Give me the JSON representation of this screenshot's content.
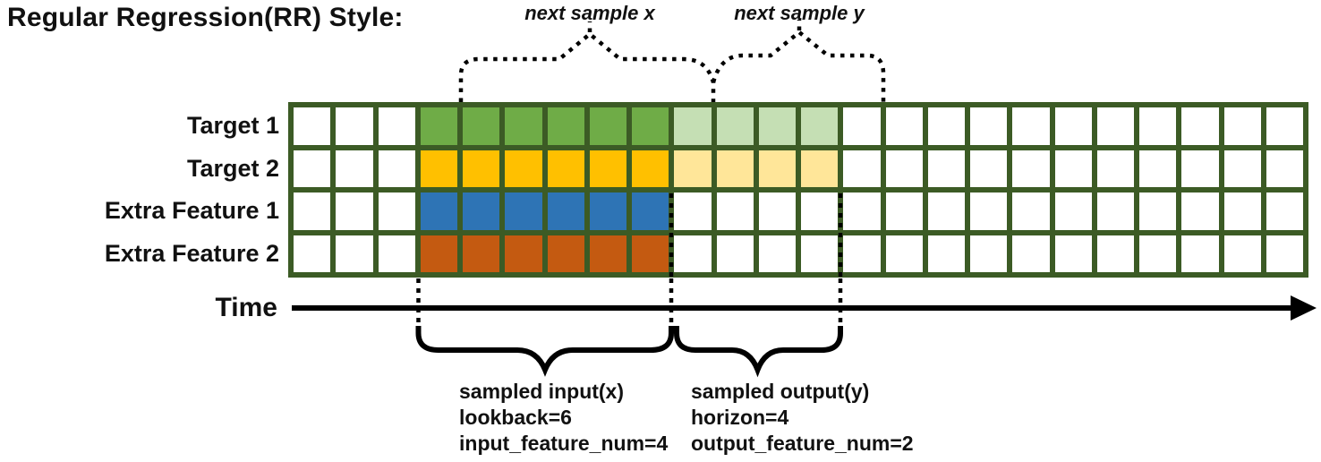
{
  "title": "Regular Regression(RR) Style:",
  "colors": {
    "border": "#3C5B25",
    "empty": "#FFFFFF",
    "green": "#6FAC47",
    "lightGreen": "#C5DFB4",
    "gold": "#FFC000",
    "lightGold": "#FFE699",
    "blue": "#2E74B5",
    "orange": "#C45A11"
  },
  "grid": {
    "columns": 24,
    "rows": [
      {
        "label": "Target 1",
        "segments": [
          {
            "count": 3,
            "color": "empty"
          },
          {
            "count": 6,
            "color": "green"
          },
          {
            "count": 4,
            "color": "lightGreen"
          },
          {
            "count": 11,
            "color": "empty"
          }
        ]
      },
      {
        "label": "Target 2",
        "segments": [
          {
            "count": 3,
            "color": "empty"
          },
          {
            "count": 6,
            "color": "gold"
          },
          {
            "count": 4,
            "color": "lightGold"
          },
          {
            "count": 11,
            "color": "empty"
          }
        ]
      },
      {
        "label": "Extra Feature 1",
        "segments": [
          {
            "count": 3,
            "color": "empty"
          },
          {
            "count": 6,
            "color": "blue"
          },
          {
            "count": 15,
            "color": "empty"
          }
        ]
      },
      {
        "label": "Extra Feature 2",
        "segments": [
          {
            "count": 3,
            "color": "empty"
          },
          {
            "count": 6,
            "color": "orange"
          },
          {
            "count": 15,
            "color": "empty"
          }
        ]
      }
    ]
  },
  "annotations": {
    "next_sample_x": "next sample x",
    "next_sample_y": "next sample y",
    "time_label": "Time",
    "input_note": [
      "sampled input(x)",
      "lookback=6",
      "input_feature_num=4"
    ],
    "output_note": [
      "sampled output(y)",
      "horizon=4",
      "output_feature_num=2"
    ]
  }
}
